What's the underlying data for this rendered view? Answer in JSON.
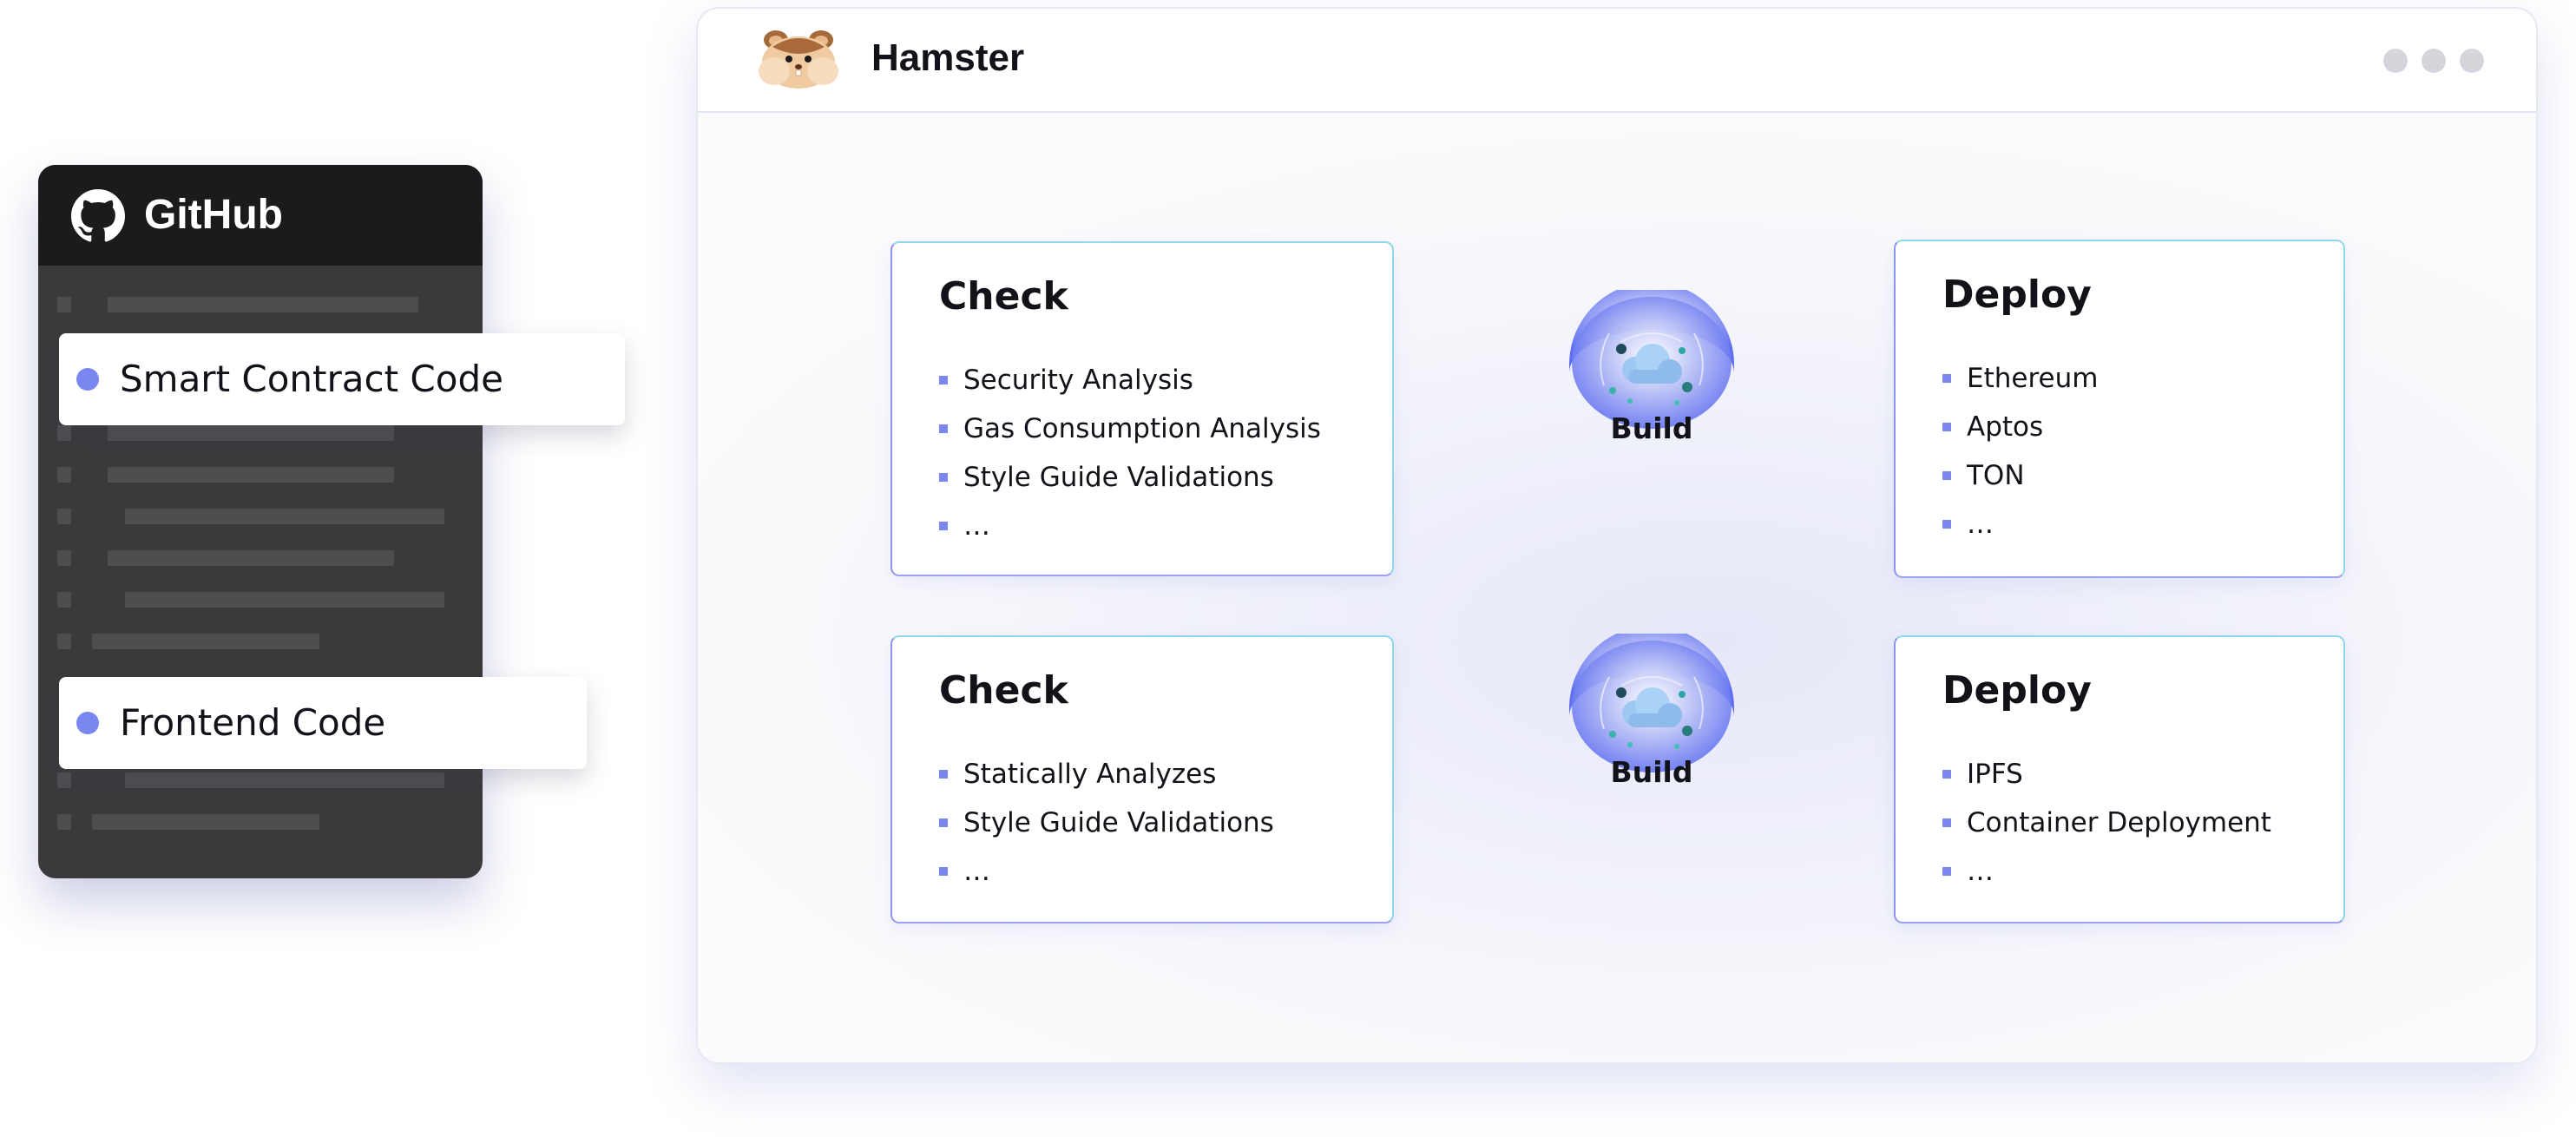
{
  "app": {
    "title": "Hamster",
    "logo_icon": "hamster-icon"
  },
  "github": {
    "title": "GitHub",
    "icon": "github-icon"
  },
  "sources": [
    {
      "label": "Smart Contract Code"
    },
    {
      "label": "Frontend Code"
    }
  ],
  "pipelines": [
    {
      "check": {
        "title": "Check",
        "items": [
          "Security Analysis",
          "Gas Consumption Analysis",
          "Style Guide Validations",
          "…"
        ]
      },
      "build": {
        "label": "Build",
        "icon": "cloud-icon"
      },
      "deploy": {
        "title": "Deploy",
        "items": [
          "Ethereum",
          "Aptos",
          "TON",
          "…"
        ]
      }
    },
    {
      "check": {
        "title": "Check",
        "items": [
          "Statically Analyzes",
          "Style Guide Validations",
          "…"
        ]
      },
      "build": {
        "label": "Build",
        "icon": "cloud-icon"
      },
      "deploy": {
        "title": "Deploy",
        "items": [
          "IPFS",
          "Container Deployment",
          "…"
        ]
      }
    }
  ],
  "colors": {
    "accent": "#7b87f0",
    "connector": "#8ed7ec",
    "card_border": "#8ed7ec"
  }
}
